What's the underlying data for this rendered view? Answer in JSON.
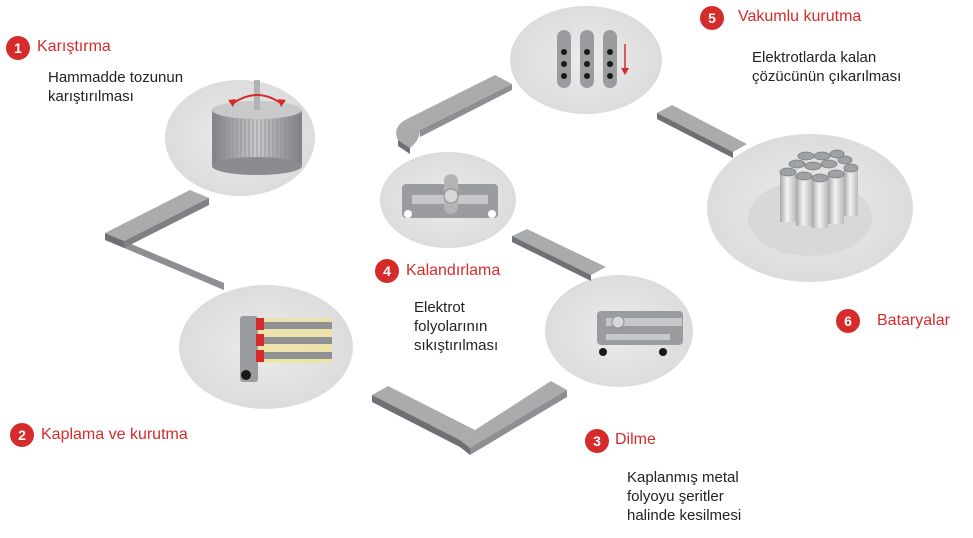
{
  "steps": [
    {
      "num": "1",
      "title": "Karıştırma",
      "desc": [
        "Hammadde tozunun",
        "karıştırılması"
      ]
    },
    {
      "num": "2",
      "title": "Kaplama ve kurutma"
    },
    {
      "num": "3",
      "title": "Dilme",
      "desc": [
        "Kaplanmış metal",
        "folyoyu şeritler",
        "halinde kesilmesi"
      ]
    },
    {
      "num": "4",
      "title": "Kalandırlama",
      "desc": [
        "Elektrot",
        "folyolarının",
        "sıkıştırılması"
      ]
    },
    {
      "num": "5",
      "title": "Vakumlu kurutma",
      "desc": [
        "Elektrotlarda kalan",
        "çözücünün çıkarılması"
      ]
    },
    {
      "num": "6",
      "title": "Bataryalar"
    }
  ],
  "colors": {
    "accent": "#d52b2b",
    "disc": "#e4e4e4",
    "belt_top": "#a9abad",
    "belt_side": "#6e7073"
  }
}
